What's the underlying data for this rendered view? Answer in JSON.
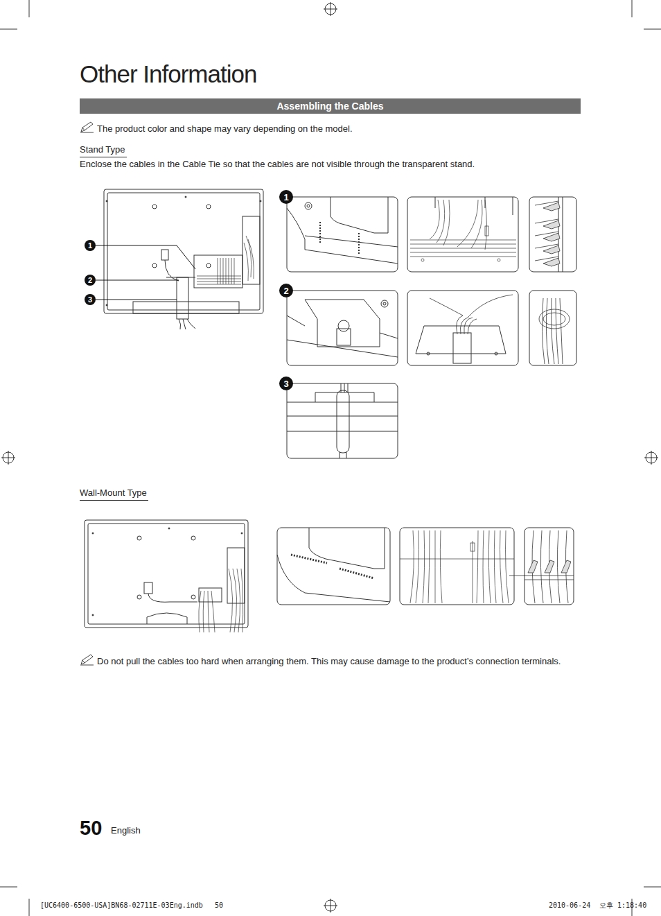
{
  "diagram": {
    "title": "Other Information",
    "nodes": [
      {
        "text": [
          "Assembling the Cables"
        ]
      },
      {
        "text": [
          "1"
        ]
      },
      {
        "text": [
          "2"
        ]
      },
      {
        "text": [
          "3"
        ]
      },
      {
        "text": [
          "1"
        ]
      },
      {
        "text": [
          "2"
        ]
      },
      {
        "text": [
          "3"
        ]
      }
    ],
    "labels": [
      "The product color and shape may vary depending on the model.",
      "Stand Type",
      "Enclose the cables in the Cable Tie so that the cables are not visible through the transparent stand.",
      "Wall-Mount Type",
      "Do not pull the cables too hard when arranging them. This may cause damage to the product’s connection terminals.",
      "50",
      "English",
      "[UC6400-6500-USA]BN68-02711E-03Eng.indb",
      "50",
      "2010-06-24",
      "오후 1:18:40"
    ]
  }
}
